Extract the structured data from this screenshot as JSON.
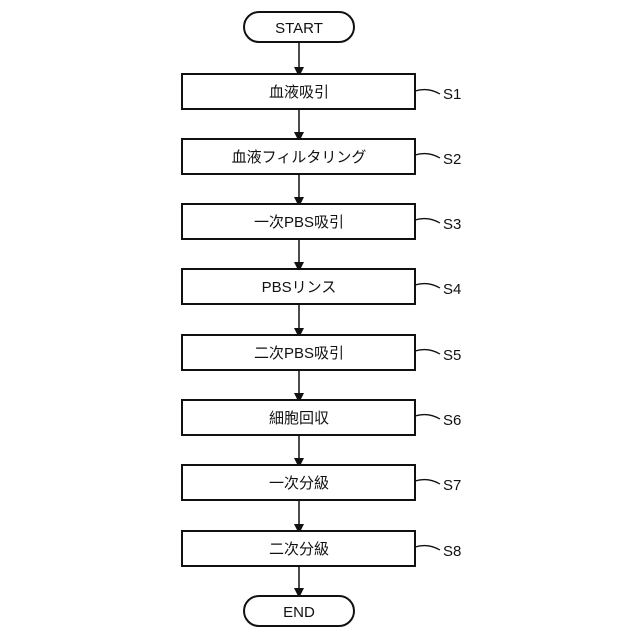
{
  "flowchart": {
    "start": "START",
    "end": "END",
    "steps": [
      {
        "text": "血液吸引",
        "id": "S1"
      },
      {
        "text": "血液フィルタリング",
        "id": "S2"
      },
      {
        "text": "一次PBS吸引",
        "id": "S3"
      },
      {
        "text": "PBSリンス",
        "id": "S4"
      },
      {
        "text": "二次PBS吸引",
        "id": "S5"
      },
      {
        "text": "細胞回収",
        "id": "S6"
      },
      {
        "text": "一次分級",
        "id": "S7"
      },
      {
        "text": "二次分級",
        "id": "S8"
      }
    ]
  }
}
